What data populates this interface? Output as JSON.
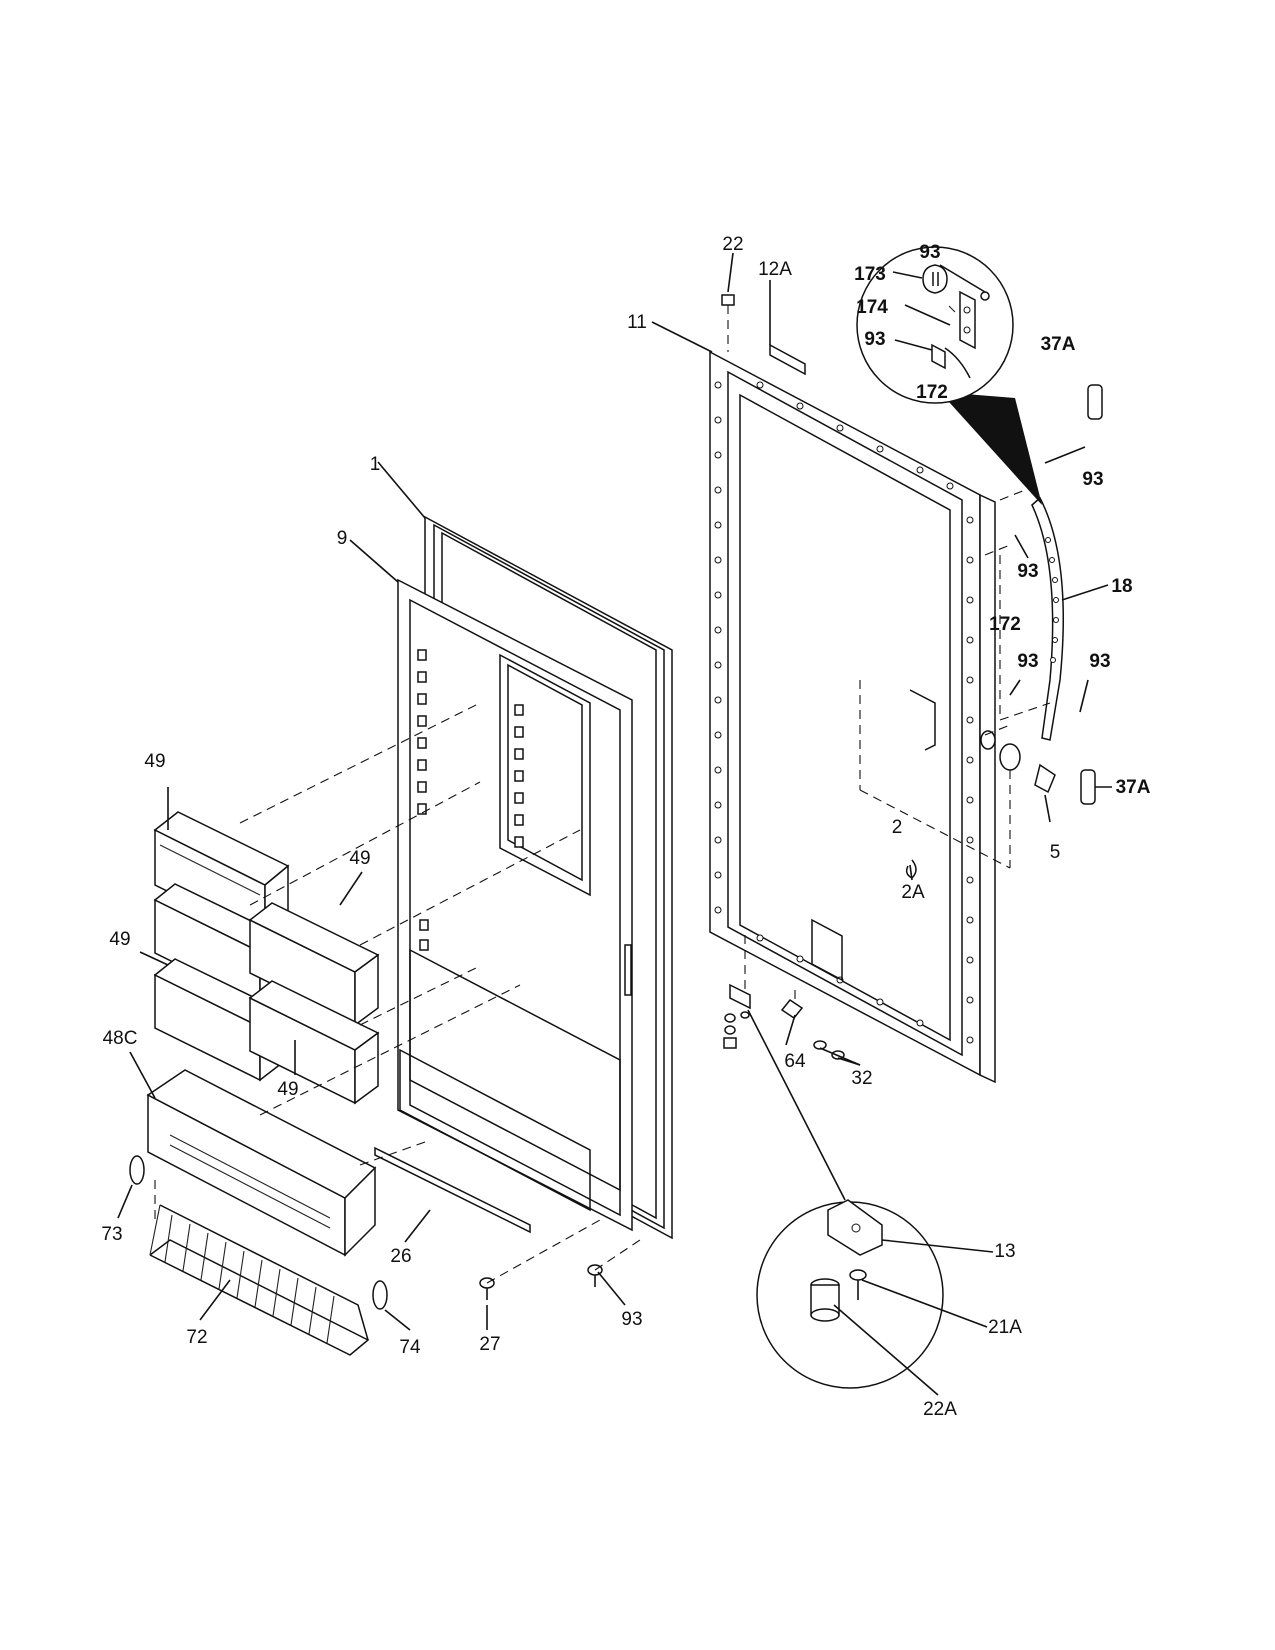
{
  "labels": {
    "l22": "22",
    "l12a": "12A",
    "l11": "11",
    "l1": "1",
    "l9": "9",
    "l93_top": "93",
    "l173": "173",
    "l174": "174",
    "l93_mid": "93",
    "l172_top": "172",
    "l37a_top": "37A",
    "l93_right": "93",
    "l93_a": "93",
    "l18": "18",
    "l172": "172",
    "l93_b": "93",
    "l93_c": "93",
    "l37a_low": "37A",
    "l2": "2",
    "l5": "5",
    "l2a": "2A",
    "l64": "64",
    "l32": "32",
    "l49_a": "49",
    "l49_b": "49",
    "l49_c": "49",
    "l49_d": "49",
    "l48c": "48C",
    "l73": "73",
    "l26": "26",
    "l72": "72",
    "l74": "74",
    "l27": "27",
    "l93_bottom": "93",
    "l13": "13",
    "l21a": "21A",
    "l22a": "22A"
  }
}
